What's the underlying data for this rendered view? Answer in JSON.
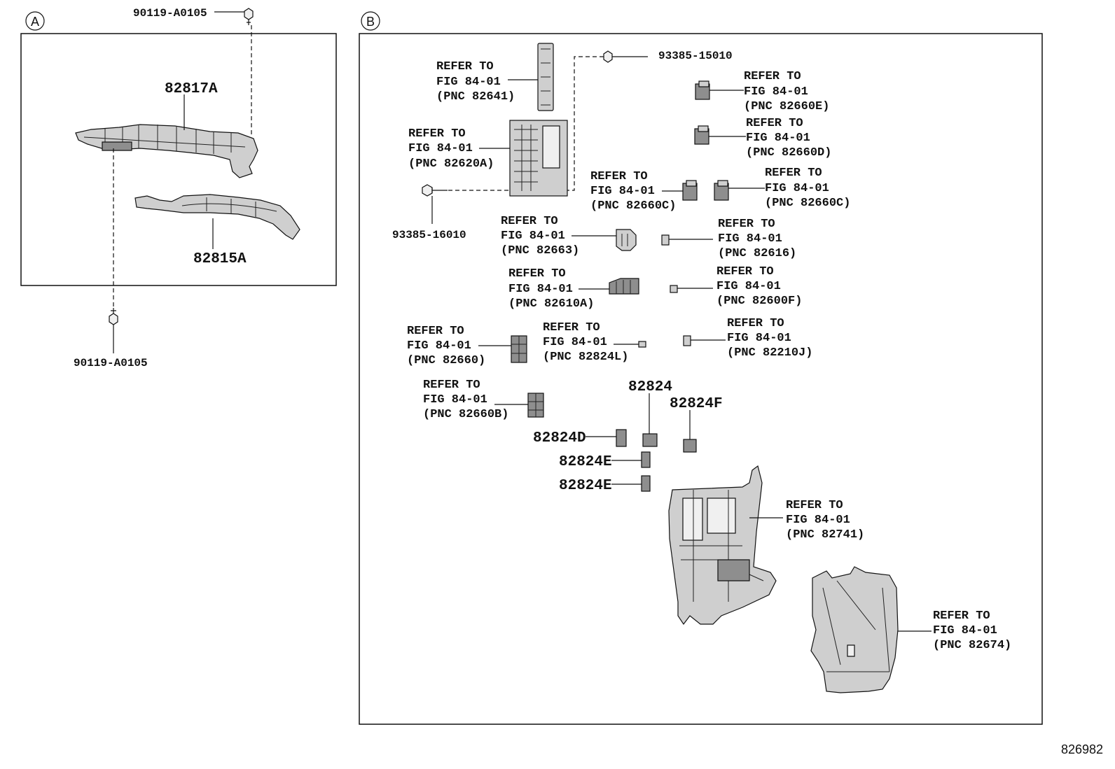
{
  "sections": {
    "a": {
      "marker": "A"
    },
    "b": {
      "marker": "B"
    }
  },
  "figure_id": "826982",
  "callouts": {
    "a_bolt_top": "90119-A0105",
    "a_part_upper": "82817A",
    "a_part_lower": "82815A",
    "a_bolt_bottom": "90119-A0105",
    "b_bolt_top": "93385-15010",
    "b_bolt_left": "93385-16010",
    "b_82824": "82824",
    "b_82824F": "82824F",
    "b_82824D": "82824D",
    "b_82824E_1": "82824E",
    "b_82824E_2": "82824E"
  },
  "refer_callouts": [
    {
      "id": "82641",
      "lines": [
        "REFER TO",
        "FIG 84-01",
        "(PNC 82641)"
      ]
    },
    {
      "id": "82620A",
      "lines": [
        "REFER TO",
        "FIG 84-01",
        "(PNC 82620A)"
      ]
    },
    {
      "id": "82660E",
      "lines": [
        "REFER TO",
        "FIG 84-01",
        "(PNC 82660E)"
      ]
    },
    {
      "id": "82660D",
      "lines": [
        "REFER TO",
        "FIG 84-01",
        "(PNC 82660D)"
      ]
    },
    {
      "id": "82660C_a",
      "lines": [
        "REFER TO",
        "FIG 84-01",
        "(PNC 82660C)"
      ]
    },
    {
      "id": "82660C_b",
      "lines": [
        "REFER TO",
        "FIG 84-01",
        "(PNC 82660C)"
      ]
    },
    {
      "id": "82663",
      "lines": [
        "REFER TO",
        "FIG 84-01",
        "(PNC 82663)"
      ]
    },
    {
      "id": "82616",
      "lines": [
        "REFER TO",
        "FIG 84-01",
        "(PNC 82616)"
      ]
    },
    {
      "id": "82610A",
      "lines": [
        "REFER TO",
        "FIG 84-01",
        "(PNC 82610A)"
      ]
    },
    {
      "id": "82600F",
      "lines": [
        "REFER TO",
        "FIG 84-01",
        "(PNC 82600F)"
      ]
    },
    {
      "id": "82660",
      "lines": [
        "REFER TO",
        "FIG 84-01",
        "(PNC 82660)"
      ]
    },
    {
      "id": "82824L",
      "lines": [
        "REFER TO",
        "FIG 84-01",
        "(PNC 82824L)"
      ]
    },
    {
      "id": "82210J",
      "lines": [
        "REFER TO",
        "FIG 84-01",
        "(PNC 82210J)"
      ]
    },
    {
      "id": "82660B",
      "lines": [
        "REFER TO",
        "FIG 84-01",
        "(PNC 82660B)"
      ]
    },
    {
      "id": "82741",
      "lines": [
        "REFER TO",
        "FIG 84-01",
        "(PNC 82741)"
      ]
    },
    {
      "id": "82674",
      "lines": [
        "REFER TO",
        "FIG 84-01",
        "(PNC 82674)"
      ]
    }
  ]
}
